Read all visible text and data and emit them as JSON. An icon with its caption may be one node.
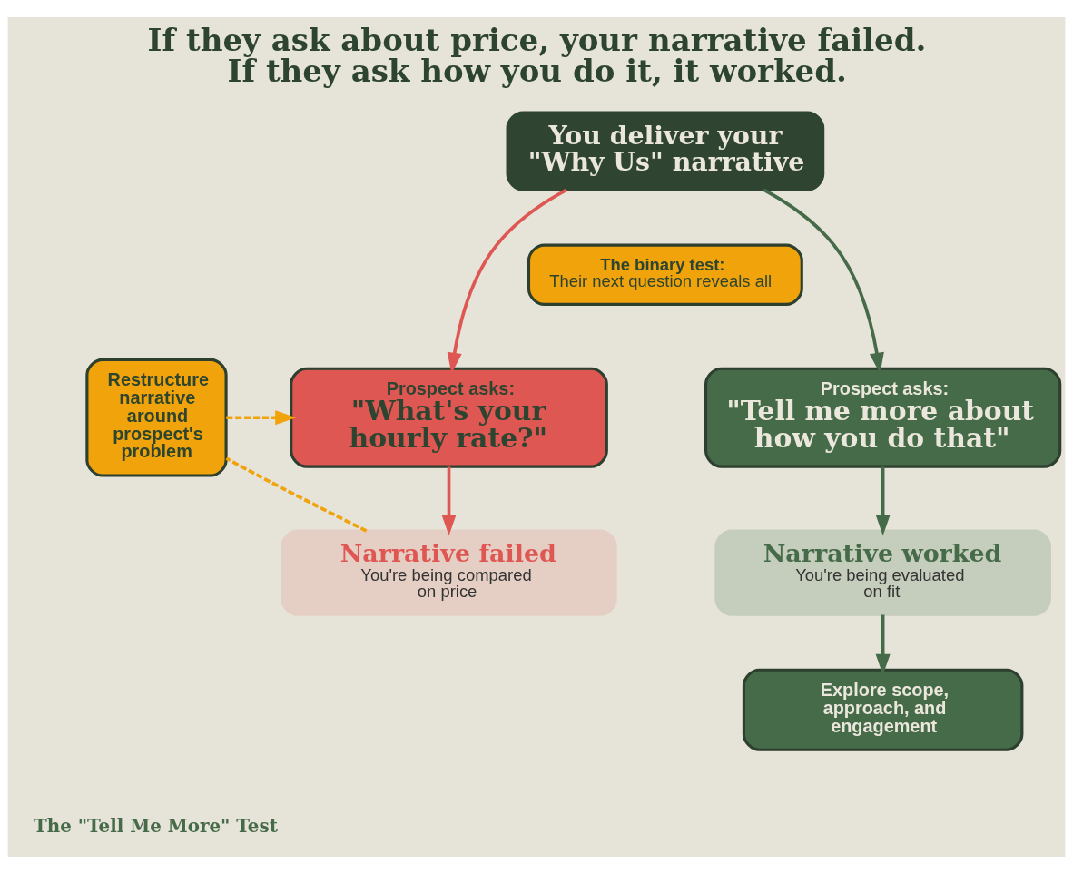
{
  "diagram": {
    "title": "If they ask about price, your narrative failed. If they ask how you do it, it worked.",
    "caption": "The \"Tell Me More\" Test",
    "nodes": [
      {
        "text": [
          "You deliver your \"Why Us\" narrative"
        ]
      },
      {
        "text": [
          "The binary test:",
          "Their next question reveals all"
        ]
      },
      {
        "text": [
          "Prospect asks:",
          "\"What's your hourly rate?\""
        ]
      },
      {
        "text": [
          "Prospect asks:",
          "\"Tell me more about how you do that\""
        ]
      },
      {
        "text": [
          "Narrative failed",
          "You're being compared on price"
        ]
      },
      {
        "text": [
          "Narrative worked",
          "You're being evaluated on fit"
        ]
      },
      {
        "text": [
          "Explore scope, approach, and engagement"
        ]
      },
      {
        "text": [
          "Restructure narrative around prospect's problem"
        ]
      }
    ],
    "edges": [
      {
        "from": 0,
        "to": 2,
        "arrow": "to",
        "color": "#df5753"
      },
      {
        "from": 0,
        "to": 3,
        "arrow": "to",
        "color": "#466b49"
      },
      {
        "from": 2,
        "to": 4,
        "arrow": "to",
        "color": "#df5753"
      },
      {
        "from": 3,
        "to": 5,
        "arrow": "to",
        "color": "#466b49"
      },
      {
        "from": 5,
        "to": 6,
        "arrow": "to",
        "color": "#466b49"
      },
      {
        "from": 4,
        "to": 7,
        "arrow": "none",
        "style": "dashed",
        "color": "#f0a30a"
      },
      {
        "from": 7,
        "to": 2,
        "arrow": "to",
        "style": "dashed",
        "color": "#f0a30a"
      }
    ]
  }
}
